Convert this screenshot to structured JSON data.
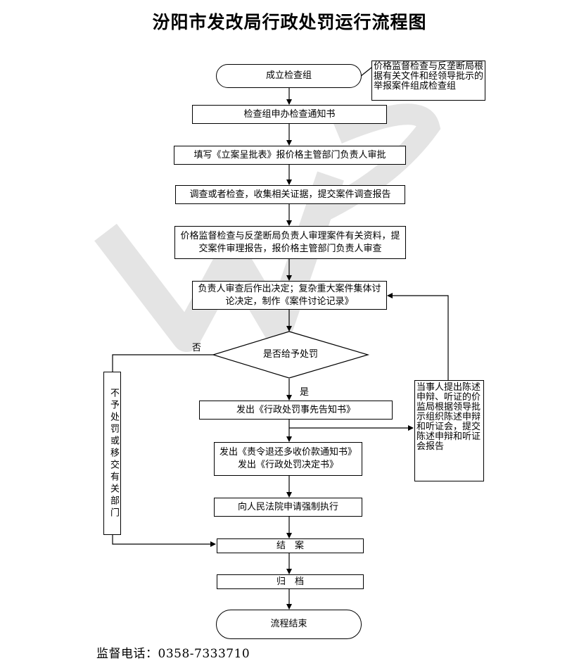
{
  "title": "汾阳市发改局行政处罚运行流程图",
  "steps": {
    "start": "成立检查组",
    "note_start": "价格监督检查与反垄断局根据有关文件和经领导批示的举报案件组成检查组",
    "s1": "检查组申办检查通知书",
    "s2": "填写《立案呈批表》报价格主管部门负责人审批",
    "s3": "调查或者检查，收集相关证据，提交案件调查报告",
    "s4": "价格监督检查与反垄断局负责人审理案件有关资料，提交案件审理报告，报价格主管部门负责人审查",
    "s5": "负责人审查后作出决定；复杂重大案件集体讨论决定，制作《案件讨论记录》",
    "decision": "是否给予处罚",
    "no_label": "否",
    "yes_label": "是",
    "no_penalty": "不予处罚或移交有关部门",
    "s6": "发出《行政处罚事先告知书》",
    "side": "当事人提出陈述申辩、听证的价监局根据领导批示组织陈述申辩和听证会，提交陈述申辩和听证会报告",
    "s7": "发出《责令退还多收价款通知书》发出《行政处罚决定书》",
    "s8": "向人民法院申请强制执行",
    "s9": "结　案",
    "s10": "归　档",
    "end": "流程结束"
  },
  "footer": "监督电话：0358-7333710"
}
